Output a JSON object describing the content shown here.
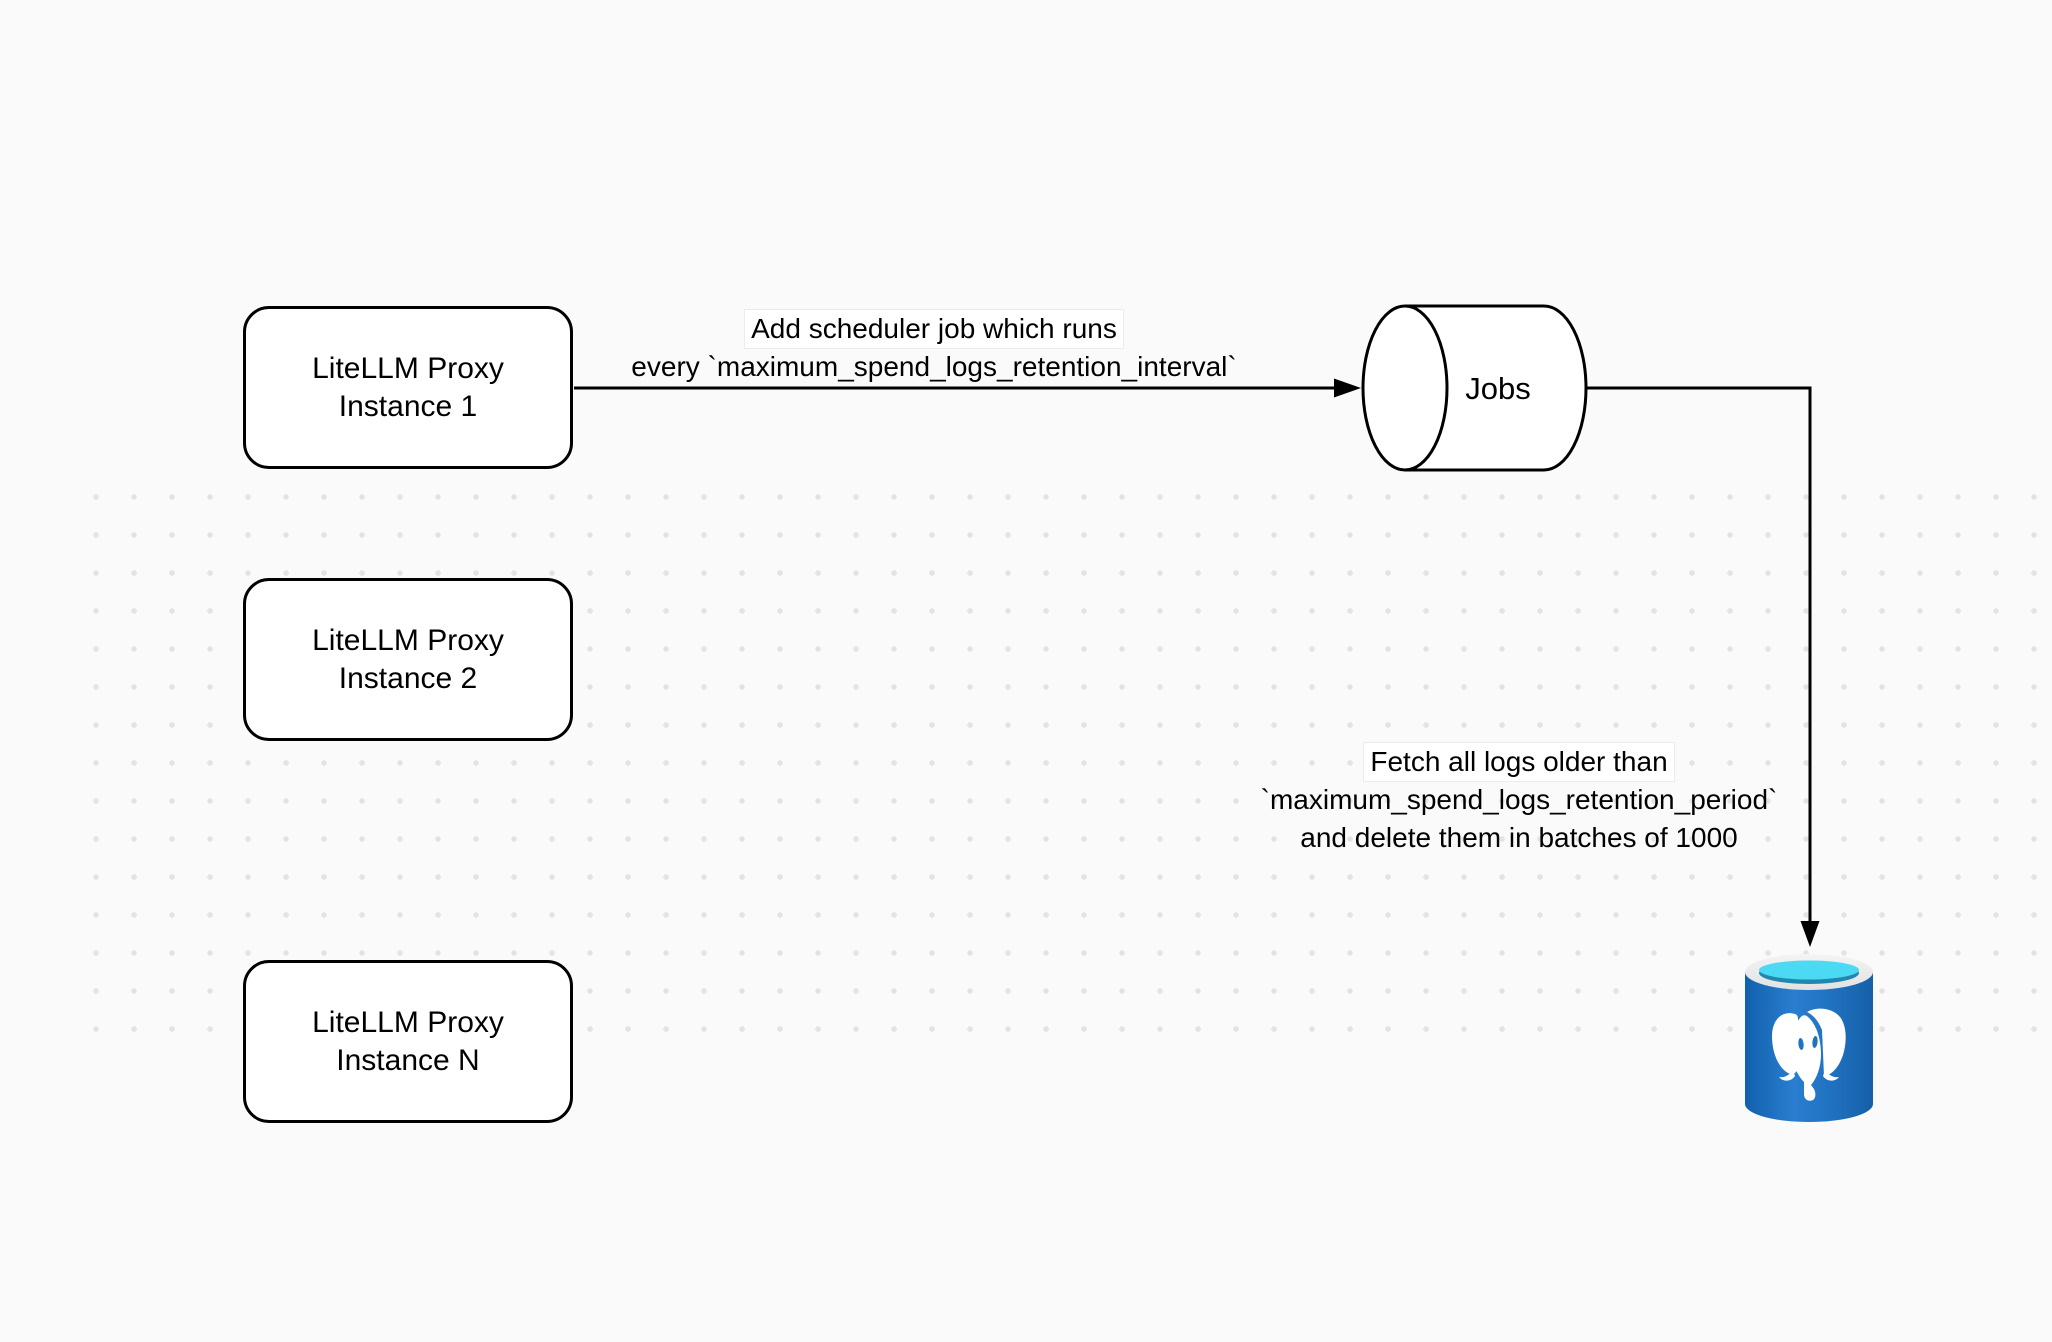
{
  "diagram": {
    "nodes": {
      "instance1": {
        "line1": "LiteLLM Proxy",
        "line2": "Instance 1"
      },
      "instance2": {
        "line1": "LiteLLM Proxy",
        "line2": "Instance 2"
      },
      "instance_n": {
        "line1": "LiteLLM Proxy",
        "line2": "Instance N"
      },
      "jobs": {
        "label": "Jobs"
      }
    },
    "edge_labels": {
      "scheduler": {
        "line1": "Add scheduler job which runs",
        "line2": "every `maximum_spend_logs_retention_interval`"
      },
      "fetch": {
        "line1": "Fetch all logs older than",
        "line2": "`maximum_spend_logs_retention_period`",
        "line3": "and delete them in batches of 1000"
      }
    },
    "colors": {
      "background": "#fafafa",
      "dot": "#e3e3e3",
      "stroke": "#000000",
      "node_fill": "#ffffff",
      "postgres_blue": "#1b6fbe",
      "postgres_blue_light": "#2a7ecf",
      "postgres_blue_dark": "#1160ad",
      "postgres_cyan": "#4bd9f4",
      "postgres_teal": "#2187ae",
      "postgres_rim": "#ededed"
    }
  }
}
